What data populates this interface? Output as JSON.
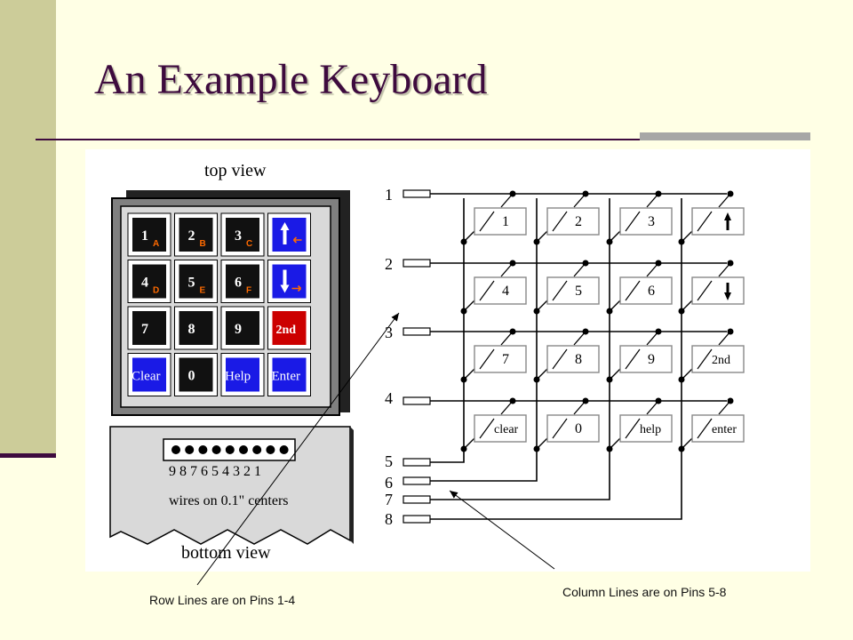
{
  "slide": {
    "title": "An Example Keyboard",
    "caption_rows": "Row Lines are on Pins 1-4",
    "caption_cols": "Column Lines are on Pins 5-8"
  },
  "figure": {
    "top_view_label": "top view",
    "bottom_view_label": "bottom view",
    "wires_label": "wires on 0.1\" centers",
    "pin_numbers_bottom": "9 8 7 6 5 4 3 2 1",
    "keypad_keys": [
      {
        "main": "1",
        "sub": "A",
        "style": "dark"
      },
      {
        "main": "2",
        "sub": "B",
        "style": "dark"
      },
      {
        "main": "3",
        "sub": "C",
        "style": "dark"
      },
      {
        "main": "",
        "sub": "",
        "style": "blue-up"
      },
      {
        "main": "4",
        "sub": "D",
        "style": "dark"
      },
      {
        "main": "5",
        "sub": "E",
        "style": "dark"
      },
      {
        "main": "6",
        "sub": "F",
        "style": "dark"
      },
      {
        "main": "",
        "sub": "",
        "style": "blue-down"
      },
      {
        "main": "7",
        "sub": "",
        "style": "dark"
      },
      {
        "main": "8",
        "sub": "",
        "style": "dark"
      },
      {
        "main": "9",
        "sub": "",
        "style": "dark"
      },
      {
        "main": "2nd",
        "sub": "",
        "style": "red"
      },
      {
        "main": "Clear",
        "sub": "",
        "style": "blue"
      },
      {
        "main": "0",
        "sub": "",
        "style": "dark"
      },
      {
        "main": "Help",
        "sub": "",
        "style": "blue"
      },
      {
        "main": "Enter",
        "sub": "",
        "style": "blue"
      }
    ],
    "pin_labels": [
      "1",
      "2",
      "3",
      "4",
      "5",
      "6",
      "7",
      "8"
    ],
    "switch_labels": [
      "1",
      "2",
      "3",
      "",
      "4",
      "5",
      "6",
      "",
      "7",
      "8",
      "9",
      "2nd",
      "clear",
      "0",
      "help",
      "enter"
    ]
  },
  "colors": {
    "title": "#3E0B3E",
    "left_bar": "#CCCC99",
    "background": "#FFFFE5",
    "key_blue": "#1A1AE6",
    "key_red": "#CC0000",
    "key_dark": "#111111",
    "key_sub_orange": "#FF6A00"
  }
}
